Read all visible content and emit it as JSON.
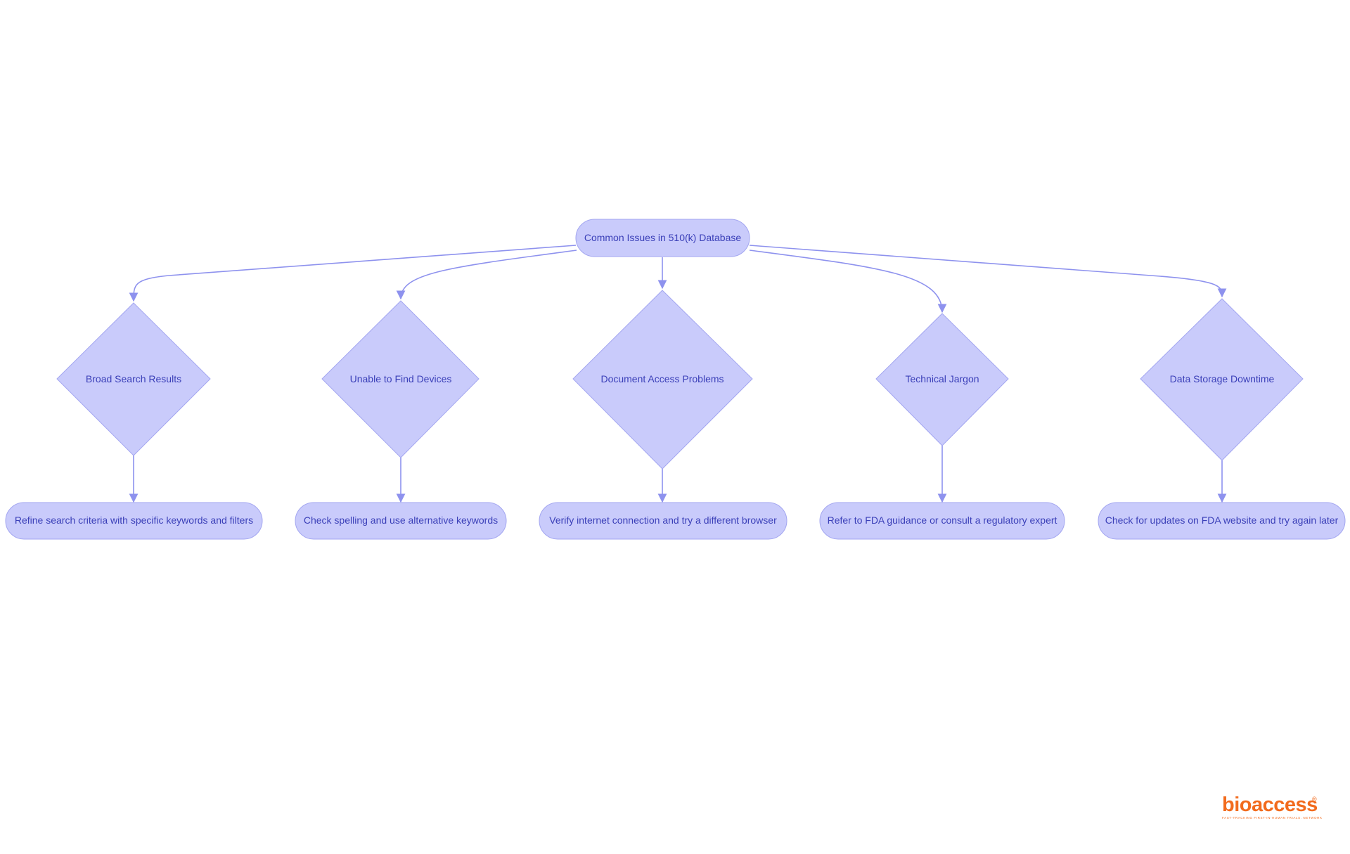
{
  "diagram": {
    "root": {
      "label": "Common Issues in 510(k) Database"
    },
    "branches": [
      {
        "issue": "Broad Search Results",
        "solution": "Refine search criteria with specific keywords and filters"
      },
      {
        "issue": "Unable to Find Devices",
        "solution": "Check spelling and use alternative keywords"
      },
      {
        "issue": "Document Access Problems",
        "solution": "Verify internet connection and try a different browser"
      },
      {
        "issue": "Technical Jargon",
        "solution": "Refer to FDA guidance or consult a regulatory expert"
      },
      {
        "issue": "Data Storage Downtime",
        "solution": "Check for updates on FDA website and try again later"
      }
    ]
  },
  "logo": {
    "name": "bioaccess",
    "registered": "®",
    "tagline": "FAST-TRACKING FIRST-IN-HUMAN TRIALS. NETWORK"
  },
  "colors": {
    "node_fill": "#c9cbfb",
    "node_stroke": "#a3a6f0",
    "edge": "#8e92ee",
    "text": "#3a3fb8",
    "logo": "#f26b1d"
  }
}
